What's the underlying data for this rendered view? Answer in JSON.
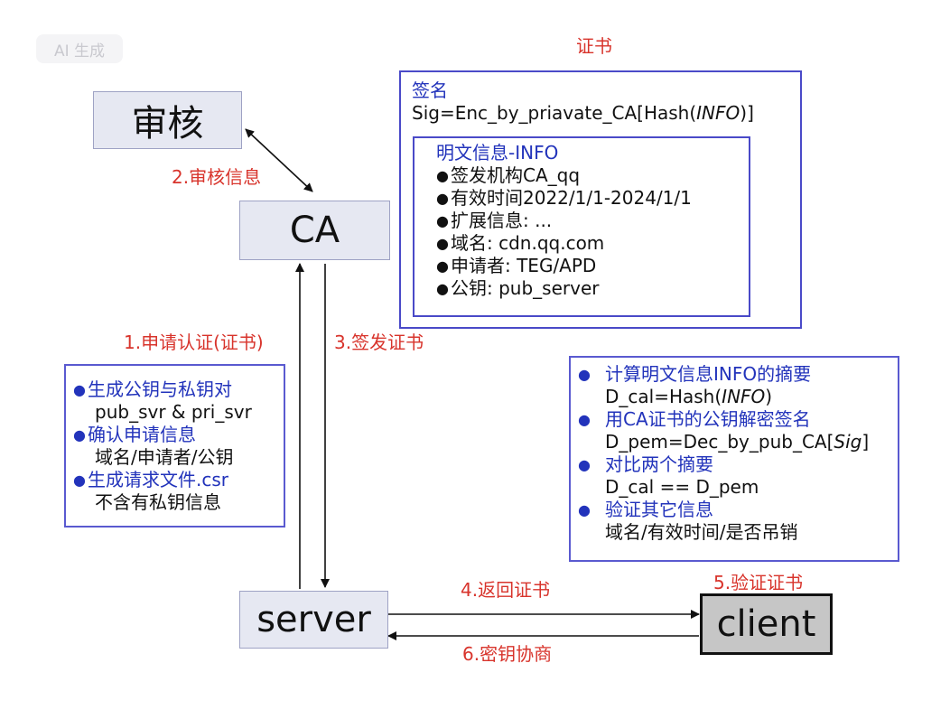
{
  "watermark": "AI 生成",
  "nodes": {
    "audit": "审核",
    "ca": "CA",
    "server": "server",
    "client": "client"
  },
  "edge_labels": {
    "audit_info": "2.审核信息",
    "apply": "1.申请认证(证书)",
    "issue": "3.签发证书",
    "return_cert": "4.返回证书",
    "verify_cert": "5.验证证书",
    "key_negotiation": "6.密钥协商"
  },
  "certificate": {
    "title": "证书",
    "signature_label": "签名",
    "signature_prefix": "Sig=Enc_by_priavate_CA[Hash(",
    "signature_italic": "INFO",
    "signature_suffix": ")]",
    "info": {
      "title": "明文信息-INFO",
      "items": [
        "签发机构CA_qq",
        "有效时间2022/1/1-2024/1/1",
        "扩展信息: ...",
        "域名: cdn.qq.com",
        "申请者: TEG/APD",
        "公钥: pub_server"
      ]
    }
  },
  "server_steps": [
    {
      "title": "生成公钥与私钥对",
      "detail": "pub_svr & pri_svr"
    },
    {
      "title": "确认申请信息",
      "detail": "域名/申请者/公钥"
    },
    {
      "title": "生成请求文件.csr",
      "detail": "不含有私钥信息"
    }
  ],
  "client_steps": [
    {
      "title": "计算明文信息INFO的摘要",
      "detail_prefix": "D_cal=Hash(",
      "detail_italic": "INFO",
      "detail_suffix": ")"
    },
    {
      "title": "用CA证书的公钥解密签名",
      "detail_prefix": "D_pem=Dec_by_pub_CA[",
      "detail_italic": "Sig",
      "detail_suffix": "]"
    },
    {
      "title": "对比两个摘要",
      "detail_prefix": "D_cal == D_pem",
      "detail_italic": "",
      "detail_suffix": ""
    },
    {
      "title": "验证其它信息",
      "detail_prefix": "域名/有效时间/是否吊销",
      "detail_italic": "",
      "detail_suffix": ""
    }
  ]
}
